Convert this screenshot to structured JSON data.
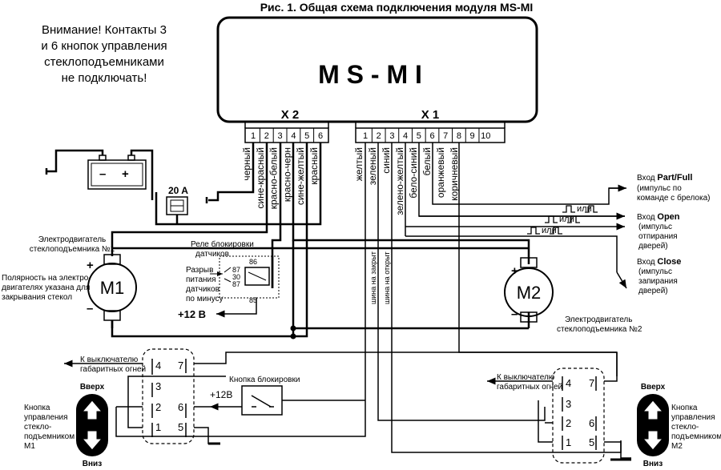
{
  "title": "Рис. 1. Общая схема подключения модуля MS-MI",
  "warning": [
    "Внимание! Контакты 3",
    "и 6 кнопок управления",
    "стеклоподъемниками",
    "не подключать!"
  ],
  "module": {
    "name": "M S - M I",
    "x2": "X 2",
    "x1": "X 1"
  },
  "x2_pins": [
    "1",
    "2",
    "3",
    "4",
    "5",
    "6"
  ],
  "x1_pins": [
    "1",
    "2",
    "3",
    "4",
    "5",
    "6",
    "7",
    "8",
    "9",
    "10"
  ],
  "x2_wires": [
    "черный",
    "сине-красный",
    "красно-белый",
    "красно-черн",
    "сине-желтый",
    "красный"
  ],
  "x1_wires": [
    "желтый",
    "зеленый",
    "синий",
    "зелено-желтый",
    "бело-синий",
    "белый",
    "оранжевый",
    "коричневый"
  ],
  "fuse": "20 A",
  "motor1": {
    "label": "M1",
    "desc": [
      "Электродвигатель",
      "стеклоподъемника №1"
    ]
  },
  "motor2": {
    "label": "M2",
    "desc": [
      "Электродвигатель",
      "стеклоподъемника №2"
    ]
  },
  "polarity": [
    "Полярность на электро-",
    "двигателях указана для",
    "закрывания стекол"
  ],
  "relay": {
    "title": [
      "Реле блокировки",
      "датчиков"
    ],
    "pins": [
      "86",
      "87",
      "30",
      "87",
      "85"
    ],
    "break": [
      "Разрыв",
      "питания",
      "датчиков",
      "по минусу"
    ]
  },
  "plus12": "+12 В",
  "plus12b": "+12В",
  "bus": [
    "шина на закрыт",
    "шина на открыт"
  ],
  "inputs": [
    {
      "lead": "Вход ",
      "bold": "Part/Full",
      "lines": [
        "(импульс по",
        "команде с брелока)"
      ]
    },
    {
      "lead": "Вход ",
      "bold": "Open",
      "lines": [
        "(импульс",
        "отпирания",
        "дверей)"
      ]
    },
    {
      "lead": "Вход ",
      "bold": "Close",
      "lines": [
        "(импульс",
        "запирания",
        "дверей)"
      ]
    }
  ],
  "ili": "или",
  "lock_button": "Кнопка блокировки",
  "lights": [
    "К выключателю",
    "габаритных огней"
  ],
  "switch_pins": [
    "4",
    "7",
    "3",
    "2",
    "6",
    "1",
    "5"
  ],
  "up": "Вверх",
  "down": "Вниз",
  "button1": [
    "Кнопка",
    "управления",
    "стекло-",
    "подъемником",
    "М1"
  ],
  "button2": [
    "Кнопка",
    "управления",
    "стекло-",
    "подъемником",
    "М2"
  ],
  "plus": "+",
  "minus": "–"
}
